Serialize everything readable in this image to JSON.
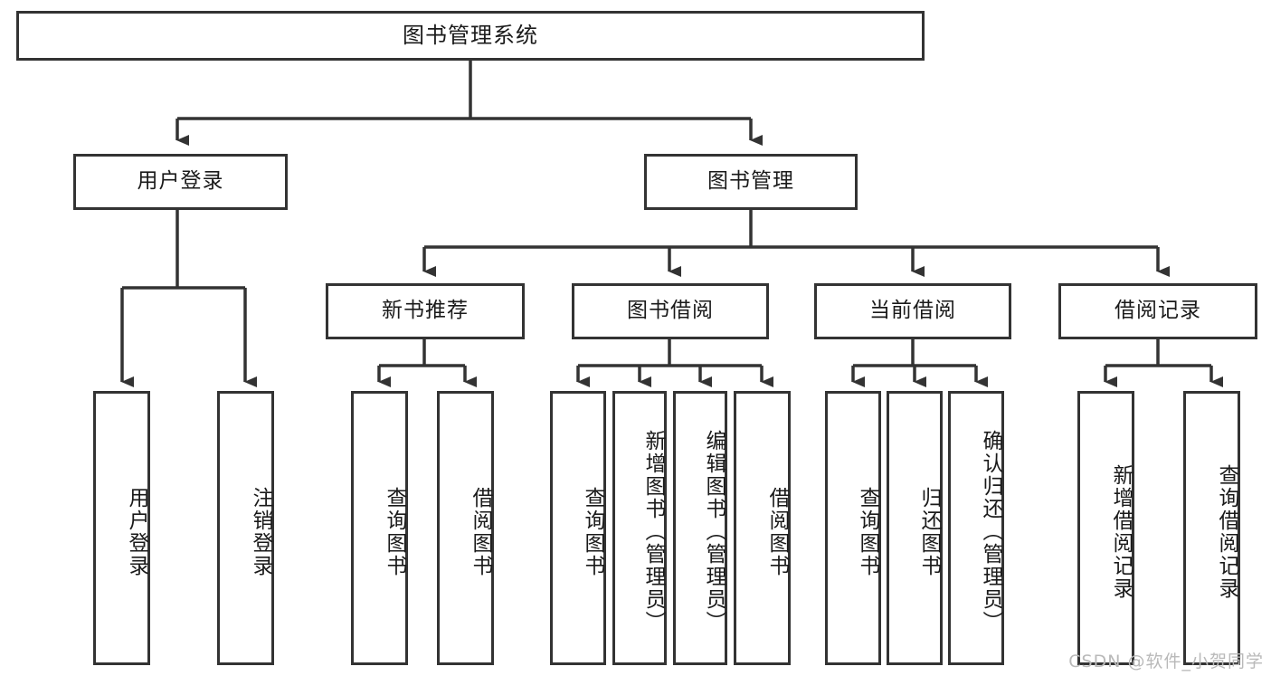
{
  "diagram": {
    "type": "tree-hierarchy",
    "title": "图书管理系统",
    "root": {
      "id": "root",
      "label": "图书管理系统"
    },
    "level2": [
      {
        "id": "user-login",
        "label": "用户登录"
      },
      {
        "id": "book-management",
        "label": "图书管理"
      }
    ],
    "level3": [
      {
        "id": "new-book-recommend",
        "label": "新书推荐",
        "parent": "book-management"
      },
      {
        "id": "book-borrow",
        "label": "图书借阅",
        "parent": "book-management"
      },
      {
        "id": "current-borrow",
        "label": "当前借阅",
        "parent": "book-management"
      },
      {
        "id": "borrow-record",
        "label": "借阅记录",
        "parent": "book-management"
      }
    ],
    "leaves": {
      "user_login": [
        {
          "id": "leaf-user-login",
          "label": "用户登录"
        },
        {
          "id": "leaf-logout-login",
          "label": "注销登录"
        }
      ],
      "new_book_recommend": [
        {
          "id": "leaf-query-book-1",
          "label": "查询图书"
        },
        {
          "id": "leaf-borrow-book-1",
          "label": "借阅图书"
        }
      ],
      "book_borrow": [
        {
          "id": "leaf-query-book-2",
          "label": "查询图书"
        },
        {
          "id": "leaf-add-book",
          "label": "新增图书（管理员）"
        },
        {
          "id": "leaf-edit-book",
          "label": "编辑图书（管理员）"
        },
        {
          "id": "leaf-borrow-book-2",
          "label": "借阅图书"
        }
      ],
      "current_borrow": [
        {
          "id": "leaf-query-book-3",
          "label": "查询图书"
        },
        {
          "id": "leaf-return-book",
          "label": "归还图书"
        },
        {
          "id": "leaf-confirm-return",
          "label": "确认归还（管理员）"
        }
      ],
      "borrow_record": [
        {
          "id": "leaf-add-record",
          "label": "新增借阅记录"
        },
        {
          "id": "leaf-query-record",
          "label": "查询借阅记录"
        }
      ]
    }
  },
  "watermark": {
    "text": "CSDN @软件_小贺同学"
  },
  "colors": {
    "stroke": "#333333",
    "background": "#ffffff",
    "text": "#1a1a1a",
    "watermark": "#b9b9b9"
  }
}
